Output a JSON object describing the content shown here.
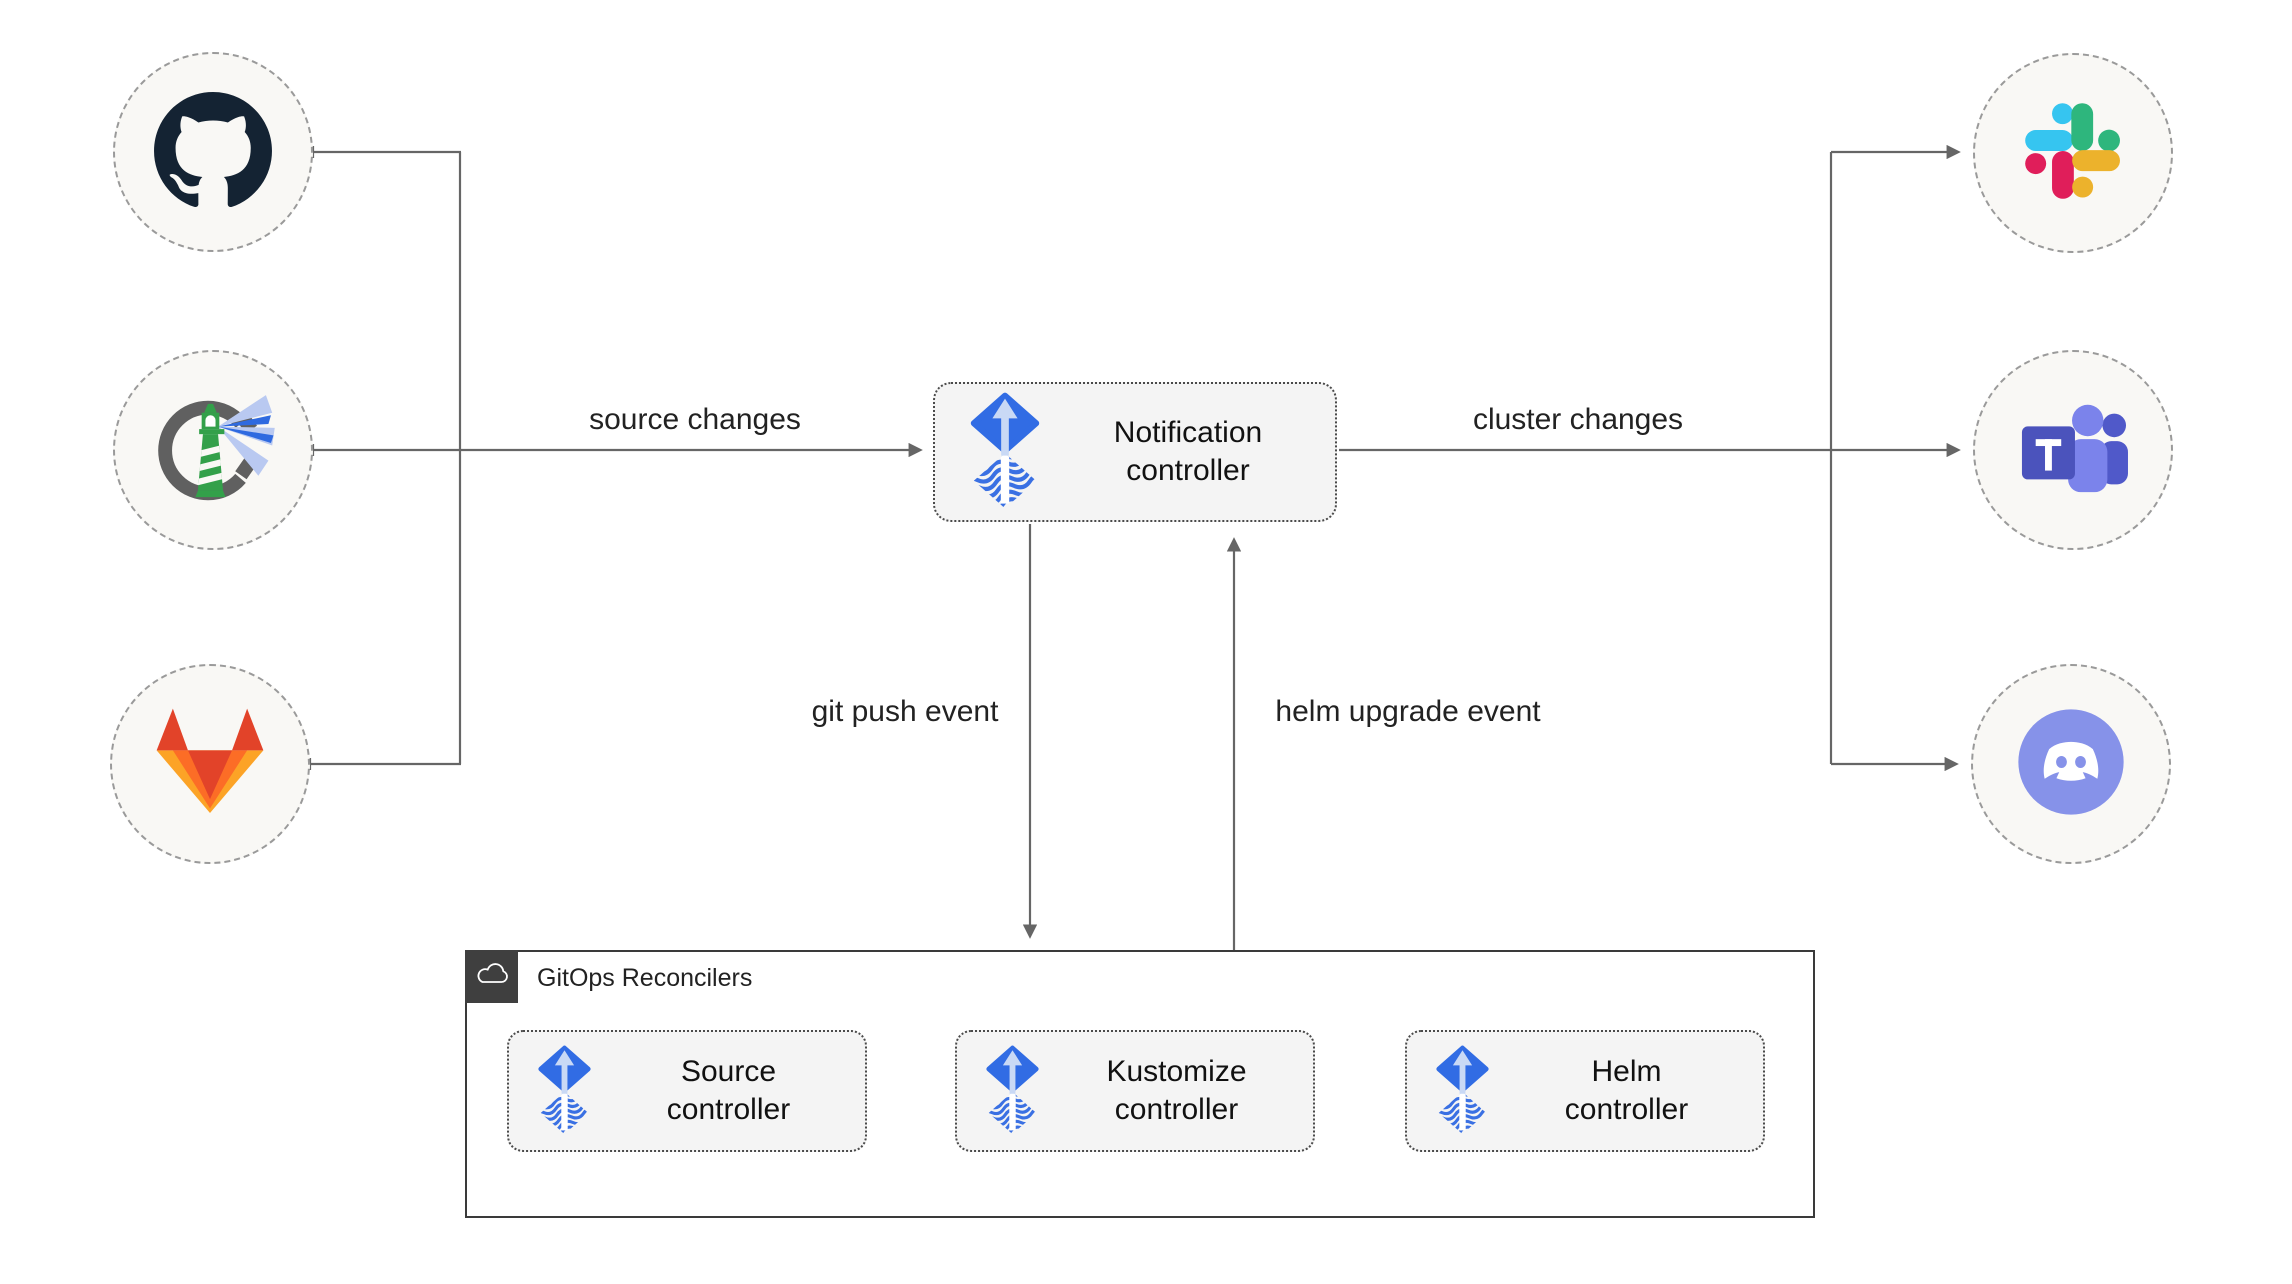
{
  "diagram": {
    "sources": [
      {
        "icon": "github-icon",
        "name": "GitHub"
      },
      {
        "icon": "harbor-icon",
        "name": "Harbor"
      },
      {
        "icon": "gitlab-icon",
        "name": "GitLab"
      }
    ],
    "notification_controller": {
      "label": "Notification controller",
      "icon": "flux-icon"
    },
    "targets": [
      {
        "icon": "slack-icon",
        "name": "Slack"
      },
      {
        "icon": "teams-icon",
        "name": "Microsoft Teams"
      },
      {
        "icon": "discord-icon",
        "name": "Discord"
      }
    ],
    "edges": {
      "source_changes": "source changes",
      "cluster_changes": "cluster changes",
      "git_push_event": "git push event",
      "helm_upgrade_event": "helm upgrade event"
    },
    "reconcilers": {
      "title": "GitOps Reconcilers",
      "badge_icon": "cloud-icon",
      "controllers": [
        {
          "label": "Source controller",
          "icon": "flux-icon"
        },
        {
          "label": "Kustomize controller",
          "icon": "flux-icon"
        },
        {
          "label": "Helm controller",
          "icon": "flux-icon"
        }
      ]
    },
    "colors": {
      "flux_blue": "#316ce4",
      "flux_arrow_light": "#c9d9f5",
      "wire": "#666666",
      "text": "#1c1c1c",
      "node_fill": "#f4f4f4",
      "node_border": "#4a4a4a",
      "circle_fill": "#f9f8f5",
      "circle_border": "#9a9a9a",
      "container_border": "#3a3a3a",
      "badge_bg": "#3f3f3f"
    }
  }
}
